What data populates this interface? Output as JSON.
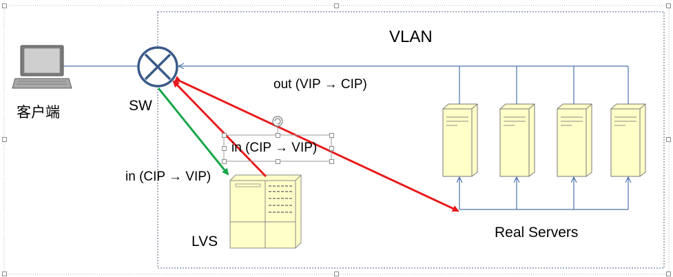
{
  "diagram": {
    "vlan_label": "VLAN",
    "client_label": "客户端",
    "switch_label": "SW",
    "lvs_label": "LVS",
    "real_servers_label": "Real Servers",
    "out_label": "out (VIP → CIP)",
    "in_label_left": "in (CIP → VIP)",
    "in_label_selected": "in (CIP → VIP)"
  },
  "colors": {
    "wire": "#4a72a8",
    "red_arrow": "#e8191c",
    "green_arrow": "#18a64a",
    "server_fill": "#ffffc8",
    "switch_stroke": "#3a5a88",
    "dotted_border": "#8a8a8a"
  }
}
